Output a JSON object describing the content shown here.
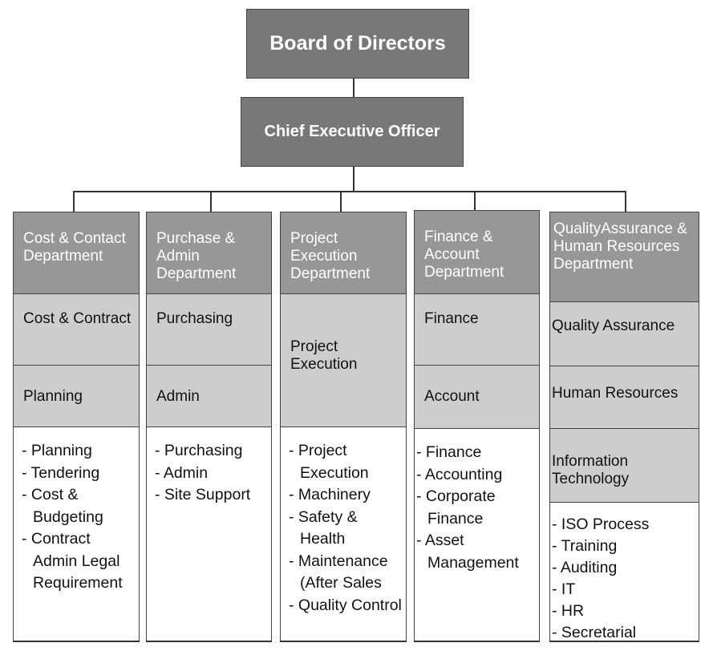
{
  "board": "Board of Directors",
  "ceo": "Chief Executive Officer",
  "departments": [
    {
      "title": "Cost & Contact Department",
      "units": [
        "Cost & Contract",
        "Planning"
      ],
      "functions": [
        "- Planning",
        "- Tendering",
        "- Cost & Budgeting",
        "- Contract Admin Legal Requirement"
      ]
    },
    {
      "title": "Purchase & Admin Department",
      "units": [
        "Purchasing",
        "Admin"
      ],
      "functions": [
        "- Purchasing",
        "- Admin",
        "- Site Support"
      ]
    },
    {
      "title": "Project Execution Department",
      "units": [
        "Project Execution"
      ],
      "functions": [
        "- Project Execution",
        "- Machinery",
        "- Safety & Health",
        "- Maintenance (After Sales",
        "- Quality Control"
      ]
    },
    {
      "title": "Finance & Account Department",
      "units": [
        "Finance",
        "Account"
      ],
      "functions": [
        "- Finance",
        "- Accounting",
        "- Corporate Finance",
        "- Asset Management"
      ]
    },
    {
      "title": "QualityAssurance & Human Resources Department",
      "units": [
        "Quality Assurance",
        "Human Resources",
        "Information Technology"
      ],
      "functions": [
        "- ISO Process",
        "- Training",
        "- Auditing",
        "- IT",
        "- HR",
        "- Secretarial"
      ]
    }
  ]
}
